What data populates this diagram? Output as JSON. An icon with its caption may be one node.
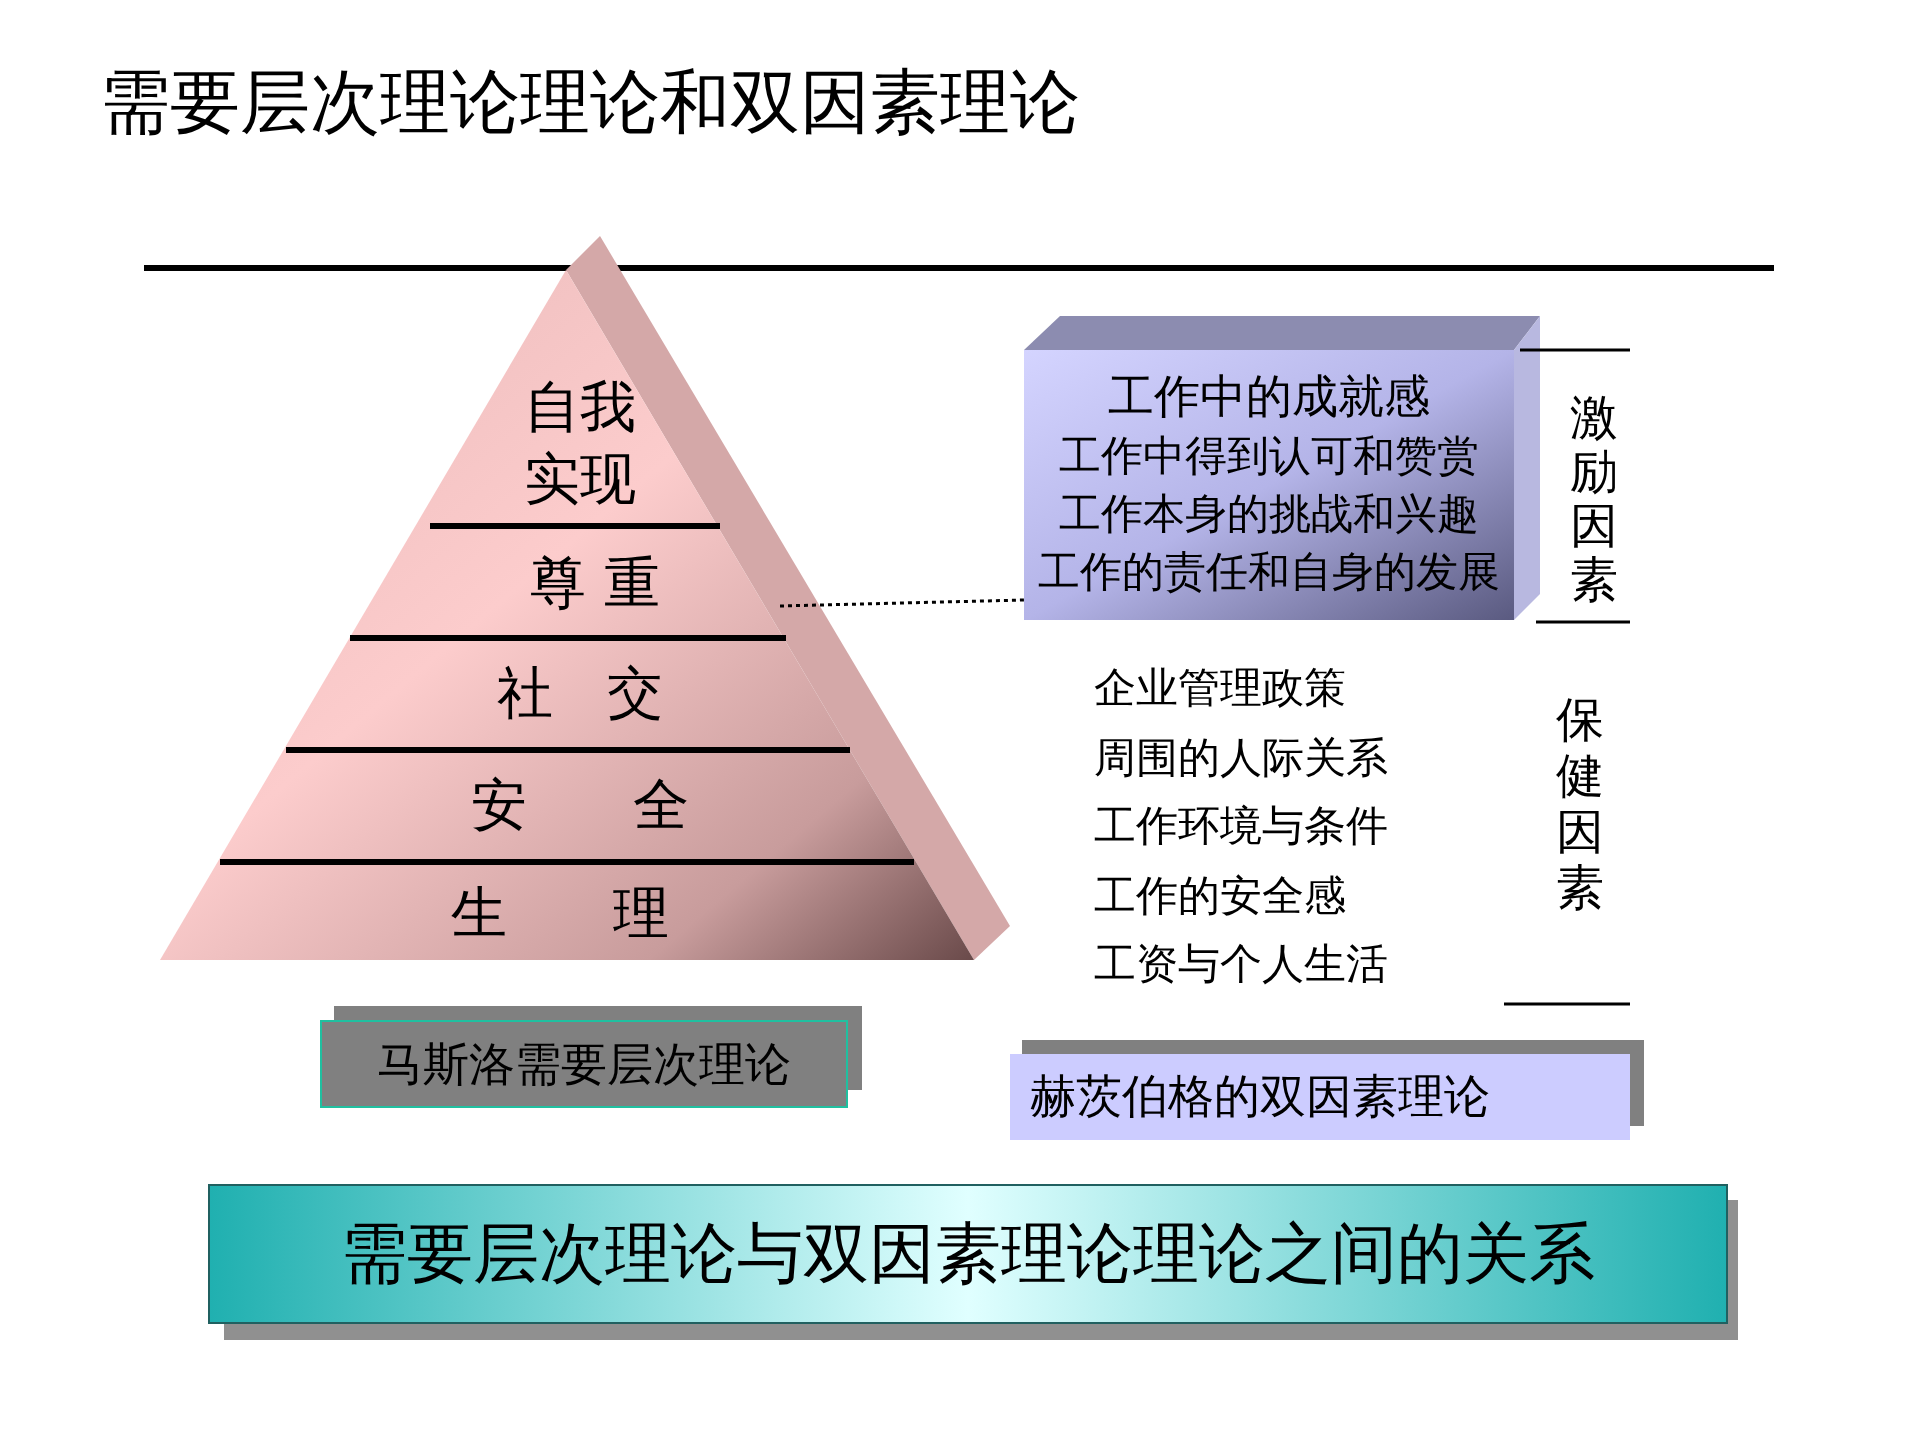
{
  "diagram": {
    "title": "需要层次理论理论和双因素理论",
    "nodes": [
      {
        "text": [
          "自我实现"
        ]
      },
      {
        "text": [
          "尊 重"
        ]
      },
      {
        "text": [
          "社 交"
        ]
      },
      {
        "text": [
          "安 全"
        ]
      },
      {
        "text": [
          "生 理"
        ]
      },
      {
        "text": [
          "工作中的成就感",
          "工作中得到认可和赞赏",
          "工作本身的挑战和兴趣",
          "工作的责任和自身的发展"
        ]
      },
      {
        "text": [
          "马斯洛需要层次理论"
        ]
      },
      {
        "text": [
          "赫茨伯格的双因素理论"
        ]
      },
      {
        "text": [
          "需要层次理论与双因素理论理论之间的关系"
        ]
      }
    ],
    "edges": [
      {
        "from": 1,
        "to": 5,
        "arrow": "none",
        "style": "dashed"
      }
    ],
    "labels": [
      "激励因素",
      "企业管理政策",
      "周围的人际关系",
      "工作环境与条件",
      "工作的安全感",
      "工资与个人生活",
      "保健因素"
    ]
  }
}
